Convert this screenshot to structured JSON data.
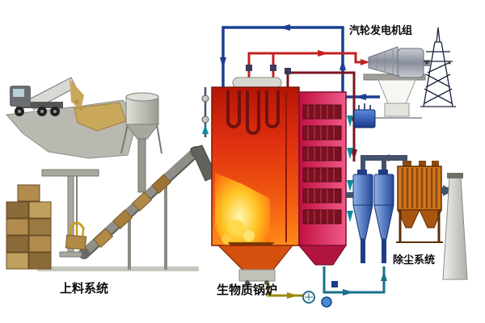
{
  "diagram": {
    "type": "biomass-power-plant-process-flow",
    "labels": {
      "turbine_unit": "汽轮发电机组",
      "feeding_system": "上料系统",
      "biomass_boiler": "生物质锅炉",
      "dust_removal": "除尘系统"
    },
    "colors": {
      "boiler_red": "#e03010",
      "flame_yellow": "#ffc422",
      "backpass_pink": "#e82868",
      "pipe_blue": "#1c3f94",
      "pipe_red": "#c42020",
      "pipe_maroon": "#7a1520",
      "pipe_teal": "#18708a",
      "cyclone_blue": "#24479a",
      "baghouse_orange": "#d4751a",
      "background": "#ffffff"
    },
    "components": [
      "dump-truck",
      "receiving-pit",
      "silo",
      "bale-stack",
      "grab-crane",
      "inclined-conveyor",
      "fuel-chute",
      "biomass-boiler",
      "backpass",
      "steam-turbine",
      "generator",
      "condenser",
      "transformer",
      "transmission-tower",
      "cyclone-separators",
      "baghouse-filter",
      "chimney",
      "pumps"
    ]
  }
}
